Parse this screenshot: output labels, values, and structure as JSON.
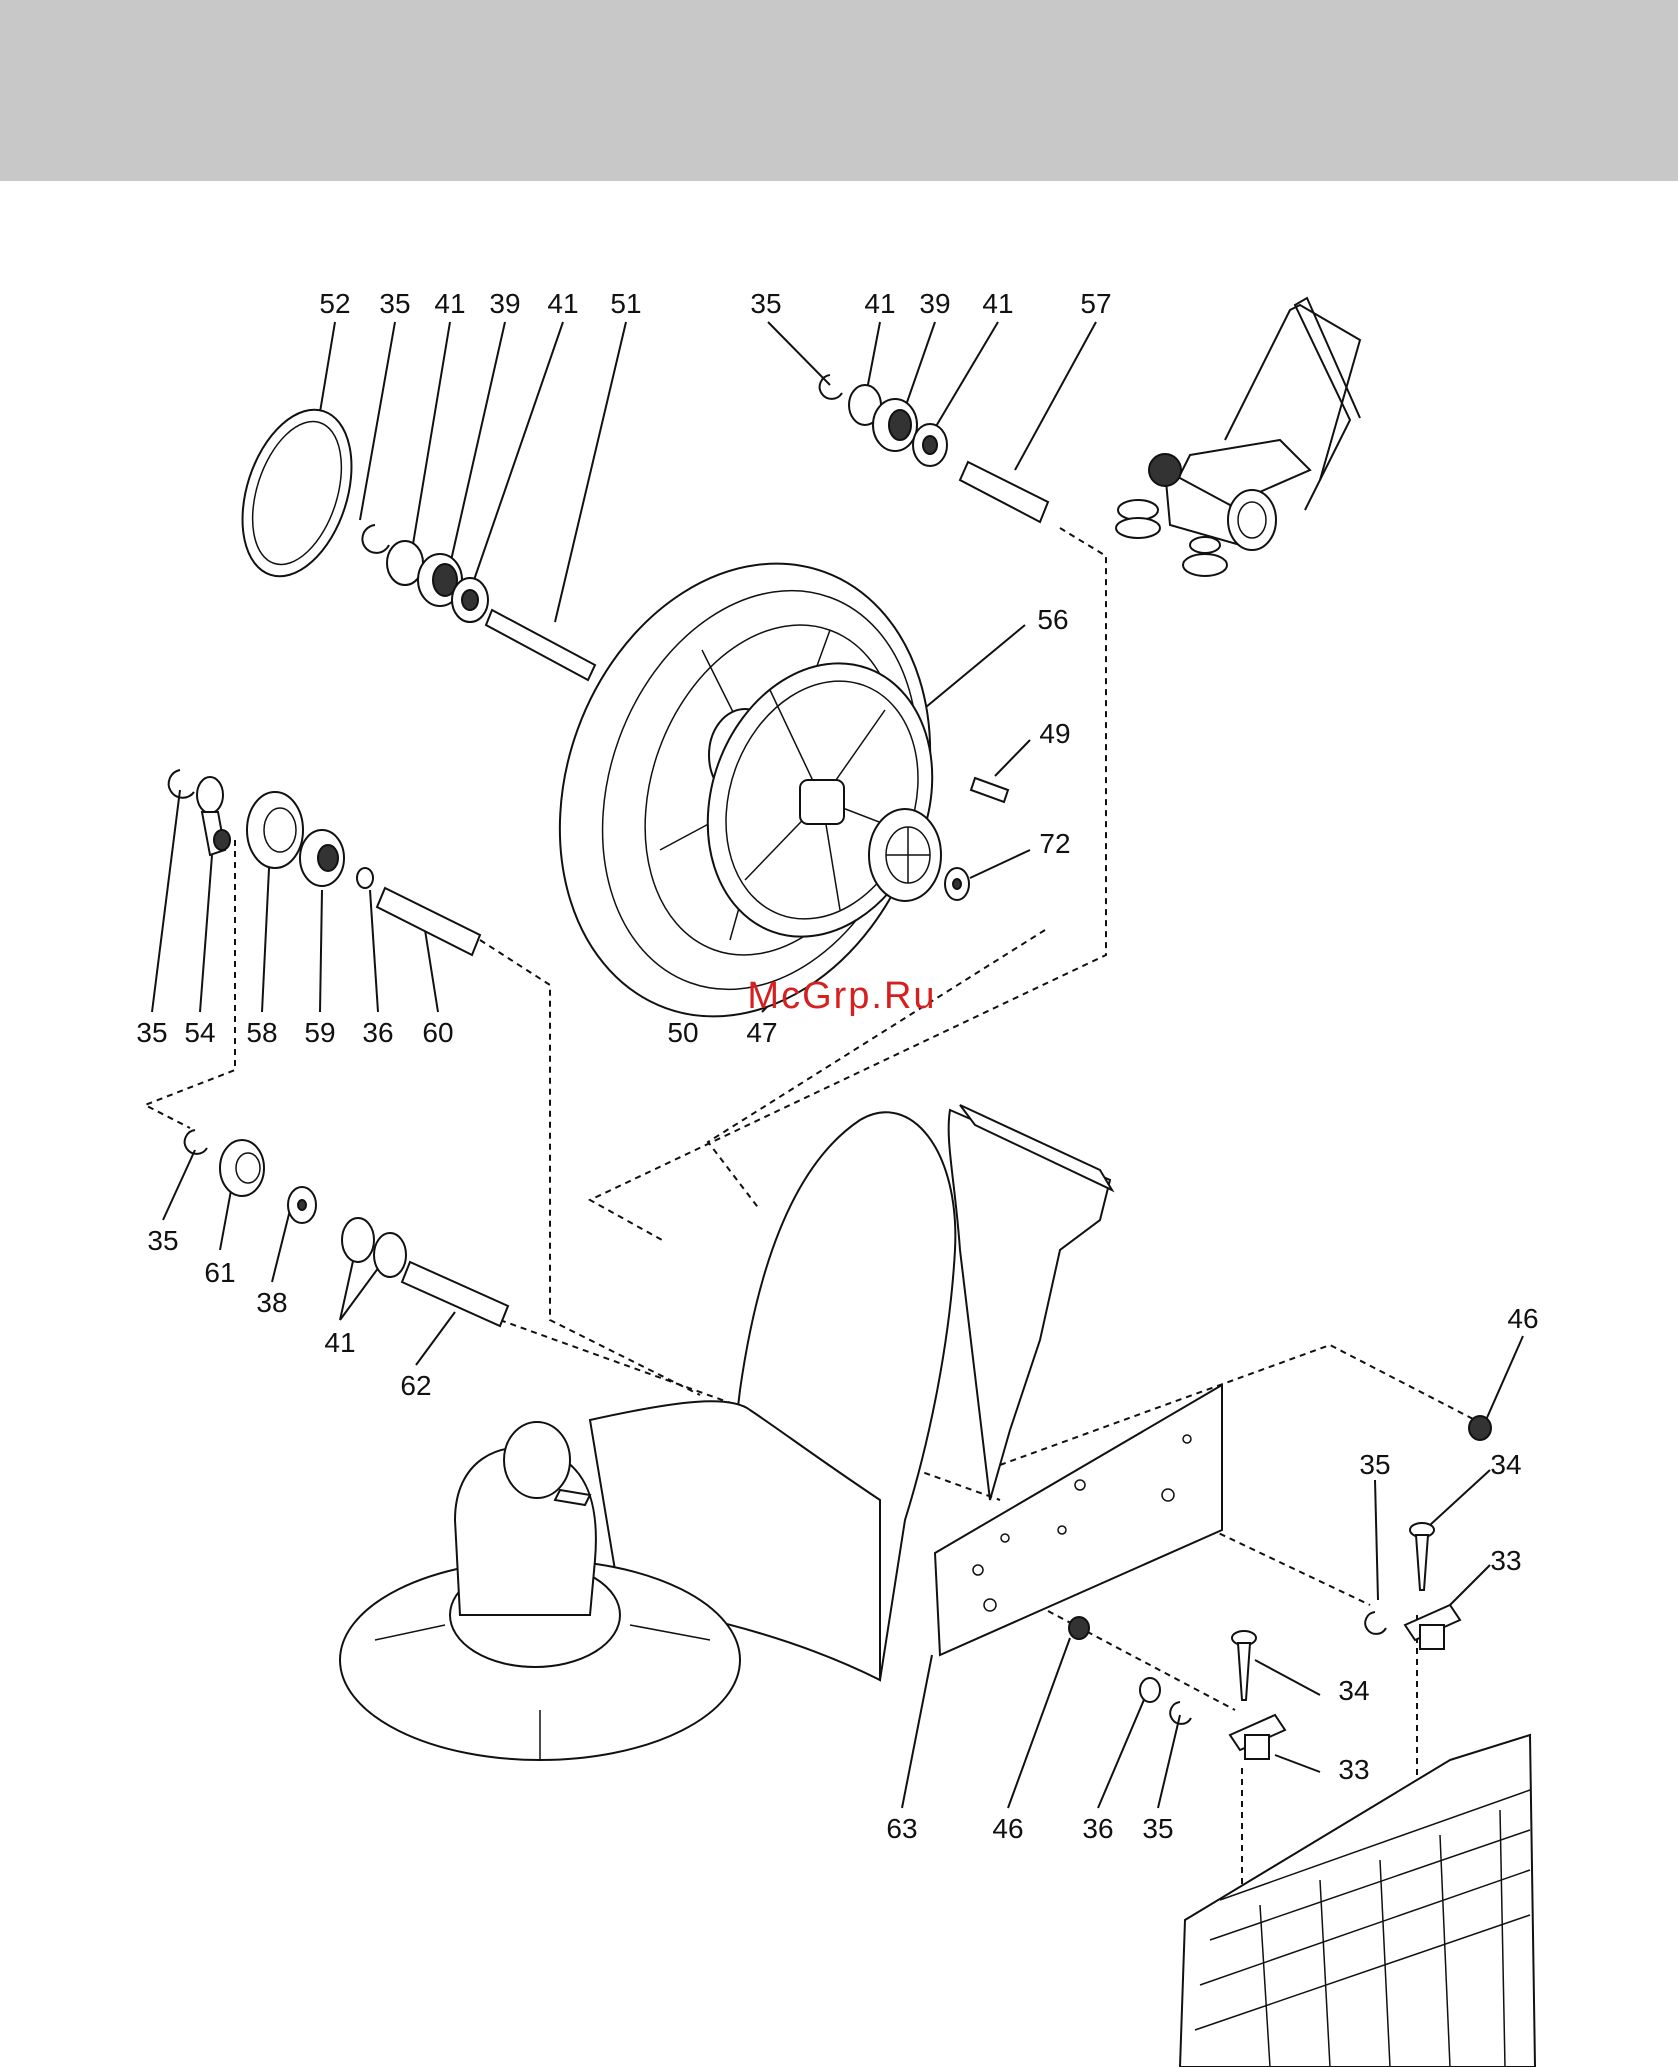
{
  "header": {
    "color": "#c8c8c8"
  },
  "watermark": {
    "text": "McGrp.Ru",
    "color": "#d62020"
  },
  "callouts": [
    {
      "id": "c01",
      "text": "52"
    },
    {
      "id": "c02",
      "text": "35"
    },
    {
      "id": "c03",
      "text": "41"
    },
    {
      "id": "c04",
      "text": "39"
    },
    {
      "id": "c05",
      "text": "41"
    },
    {
      "id": "c06",
      "text": "51"
    },
    {
      "id": "c07",
      "text": "35"
    },
    {
      "id": "c08",
      "text": "41"
    },
    {
      "id": "c09",
      "text": "39"
    },
    {
      "id": "c10",
      "text": "41"
    },
    {
      "id": "c11",
      "text": "57"
    },
    {
      "id": "c12",
      "text": "56"
    },
    {
      "id": "c13",
      "text": "49"
    },
    {
      "id": "c14",
      "text": "72"
    },
    {
      "id": "c15",
      "text": "35"
    },
    {
      "id": "c16",
      "text": "54"
    },
    {
      "id": "c17",
      "text": "58"
    },
    {
      "id": "c18",
      "text": "59"
    },
    {
      "id": "c19",
      "text": "36"
    },
    {
      "id": "c20",
      "text": "60"
    },
    {
      "id": "c21",
      "text": "50"
    },
    {
      "id": "c22",
      "text": "47"
    },
    {
      "id": "c23",
      "text": "35"
    },
    {
      "id": "c24",
      "text": "61"
    },
    {
      "id": "c25",
      "text": "38"
    },
    {
      "id": "c26",
      "text": "41"
    },
    {
      "id": "c27",
      "text": "62"
    },
    {
      "id": "c28",
      "text": "46"
    },
    {
      "id": "c29",
      "text": "35"
    },
    {
      "id": "c30",
      "text": "34"
    },
    {
      "id": "c31",
      "text": "33"
    },
    {
      "id": "c32",
      "text": "34"
    },
    {
      "id": "c33",
      "text": "33"
    },
    {
      "id": "c34",
      "text": "63"
    },
    {
      "id": "c35",
      "text": "46"
    },
    {
      "id": "c36",
      "text": "36"
    },
    {
      "id": "c37",
      "text": "35"
    }
  ]
}
